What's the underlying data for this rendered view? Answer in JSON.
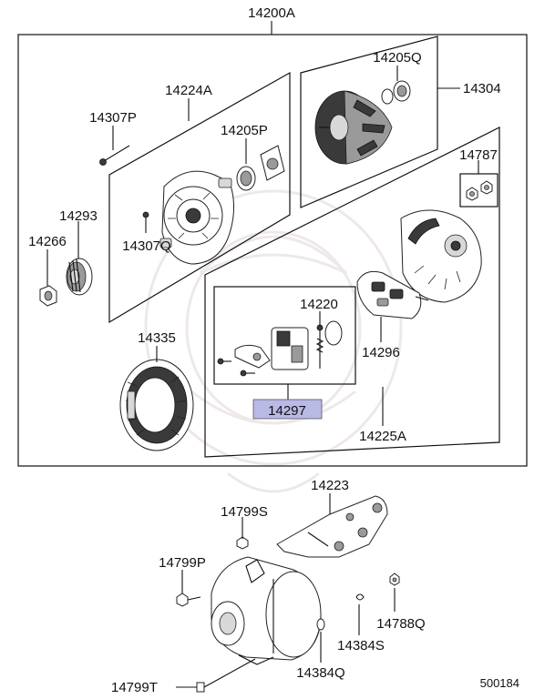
{
  "diagram": {
    "assembly_label": "14200A",
    "doc_ref": "500184",
    "highlight_color": "#b9b9e6",
    "parts": {
      "p14224A": "14224A",
      "p14307P": "14307P",
      "p14205P": "14205P",
      "p14293": "14293",
      "p14266": "14266",
      "p14307Q": "14307Q",
      "p14205Q": "14205Q",
      "p14304": "14304",
      "p14787": "14787",
      "p14220": "14220",
      "p14296": "14296",
      "p14335": "14335",
      "p14297": "14297",
      "p14225A": "14225A",
      "p14223": "14223",
      "p14799S": "14799S",
      "p14799P": "14799P",
      "p14788Q": "14788Q",
      "p14384S": "14384S",
      "p14799T": "14799T",
      "p14384Q": "14384Q"
    }
  }
}
